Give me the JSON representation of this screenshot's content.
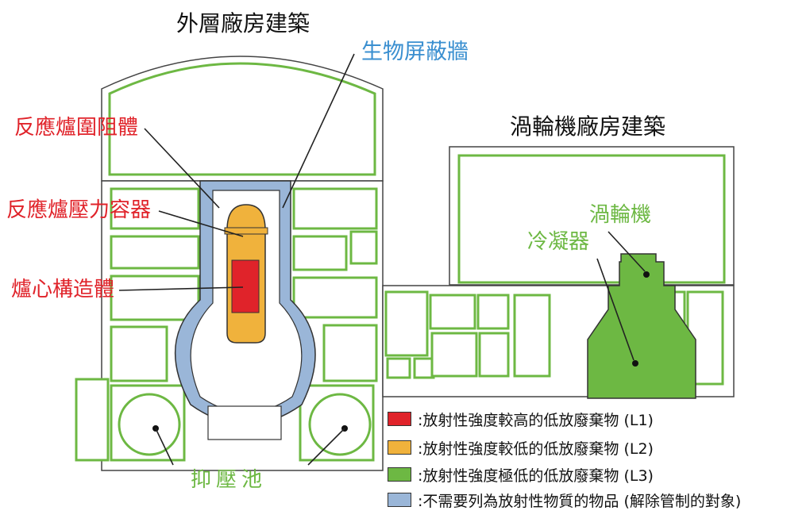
{
  "labels": {
    "outer_building": "外層廠房建築",
    "bio_shield": "生物屏蔽牆",
    "rpv_barrier": "反應爐圍阻體",
    "rpv": "反應爐壓力容器",
    "core": "爐心構造體",
    "turbine_building": "渦輪機廠房建築",
    "turbine": "渦輪機",
    "condenser": "冷凝器",
    "suppression_pool": "抑壓池"
  },
  "legend": [
    {
      "label": ":放射性強度較高的低放廢棄物 (L1)",
      "color": "#e0232a"
    },
    {
      "label": ":放射性強度較低的低放廢棄物 (L2)",
      "color": "#f0b23c"
    },
    {
      "label": ":放射性強度極低的低放廢棄物 (L3)",
      "color": "#6db843"
    },
    {
      "label": ":不需要列為放射性物質的物品 (解除管制的對象)",
      "color": "#9ab6d8"
    }
  ],
  "colors": {
    "red_label": "#e0232a",
    "blue_label": "#3a8fd0",
    "green_label": "#6db843",
    "outline_green": "#6db843",
    "wall": "#555555"
  }
}
